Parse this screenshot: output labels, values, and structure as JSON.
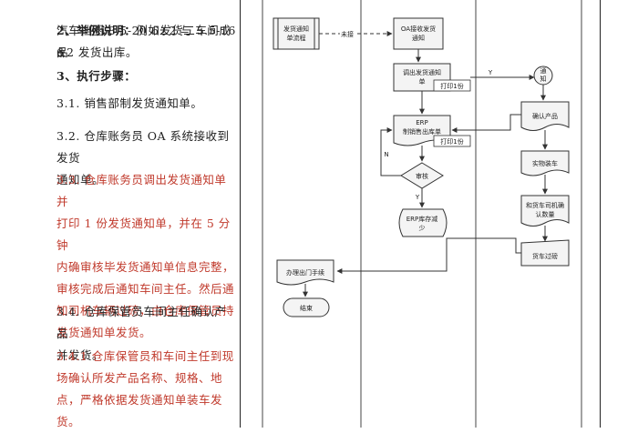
{
  "left_text": {
    "example_heading": "2、举例说明：",
    "example_body_1": "例如发货二车间成品",
    "example_body_2": "汽车挡圈 8.5-20 6±2 与 5.5-16 6",
    "example_body_3": "±2 发货出库。",
    "steps_heading": "3、执行步骤：",
    "step_1": "3.1. 销售部制发货通知单。",
    "step_2": "3.2. 仓库账务员 OA 系统接收到发货\n通知单。",
    "step_3": "3.3. 仓库账务员调出发货通知单并\n打印 1 份发货通知单，并在 5 分钟\n内确审核毕发货通知单信息完整，\n审核完成后通知车间主任。然后通\n知司机车辆过磅，由仓库保管员持\n发货通知单发货。",
    "step_4": "3.4. 仓库保管员车间主任确认产品\n并发货。",
    "step_4_1": "3.4.1 仓库保管员和车间主任到现\n场确认所发产品名称、规格、地\n点，严格依据发货通知单装车发\n货。"
  },
  "flow": {
    "ship_notice_process": "发货通知\n单流程",
    "arrow_label_1": "未接",
    "oa_receive": "OA接收发货\n通知",
    "retrieve_notice": "调出发货通知\n单",
    "print_copy_1": "打印1份",
    "yes_label_1": "Y",
    "notify": "通\n知",
    "confirm_product": "确认产品",
    "erp_sales_order": "ERP\n制销售出库单",
    "print_copy_2": "打印1份",
    "n_label": "N",
    "review": "审核",
    "yes_label_2": "Y",
    "erp_stock_reduce": "ERP库存减\n少",
    "physical_loading": "实物装车",
    "driver_confirm": "和货车司机确\n认数量",
    "truck_weighing": "货车过磅",
    "exit_procedure": "办理出门手续",
    "end": "结束"
  },
  "colors": {
    "box_fill": "#f4f4f4",
    "line": "#333333",
    "accent_red": "#c0392b"
  }
}
